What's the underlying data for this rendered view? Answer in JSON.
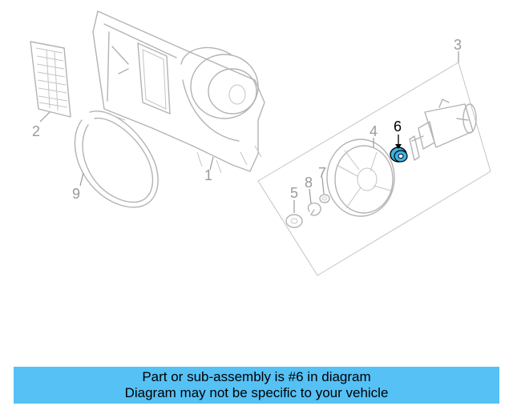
{
  "diagram": {
    "callouts": {
      "c1": "1",
      "c2": "2",
      "c3": "3",
      "c4": "4",
      "c5": "5",
      "c6": "6",
      "c7": "7",
      "c8": "8",
      "c9": "9"
    },
    "highlight_part": "6",
    "highlight_color": "#3cb3ea",
    "part_color": "#b3b3b3"
  },
  "banner": {
    "line1": "Part or sub-assembly is #6 in diagram",
    "line2": "Diagram may not be specific to your vehicle",
    "background": "#55c1f5"
  }
}
